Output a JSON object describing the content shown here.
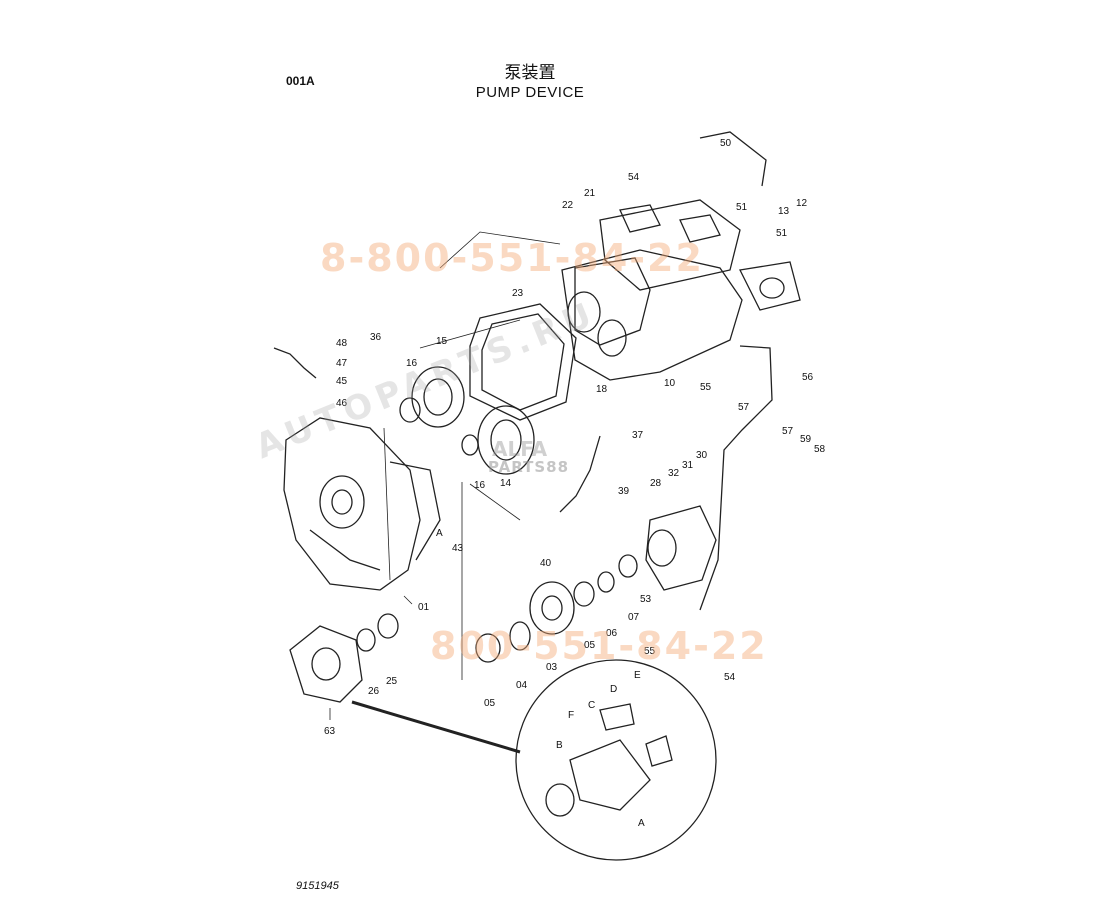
{
  "header": {
    "code": "001A",
    "title_cn": "泵装置",
    "title_en": "PUMP  DEVICE"
  },
  "footer": {
    "doc_number": "9151945"
  },
  "watermarks": {
    "phone_top": "8-800-551-84-22",
    "phone_bottom": "800-551-84-22",
    "site_diagonal": "AUTOPARTS.RU",
    "brand_line1": "ALFA",
    "brand_line2": "PARTS88"
  },
  "callouts": [
    "01",
    "03",
    "04",
    "05",
    "05",
    "06",
    "07",
    "10",
    "12",
    "13",
    "14",
    "15",
    "16",
    "16",
    "18",
    "21",
    "22",
    "23",
    "25",
    "26",
    "28",
    "30",
    "31",
    "32",
    "36",
    "37",
    "39",
    "40",
    "43",
    "45",
    "46",
    "47",
    "48",
    "50",
    "51",
    "51",
    "53",
    "54",
    "54",
    "55",
    "55",
    "56",
    "57",
    "57",
    "58",
    "59",
    "63"
  ],
  "detail_labels": [
    "A",
    "B",
    "C",
    "D",
    "E",
    "F"
  ],
  "reference_marks": [
    "A"
  ]
}
